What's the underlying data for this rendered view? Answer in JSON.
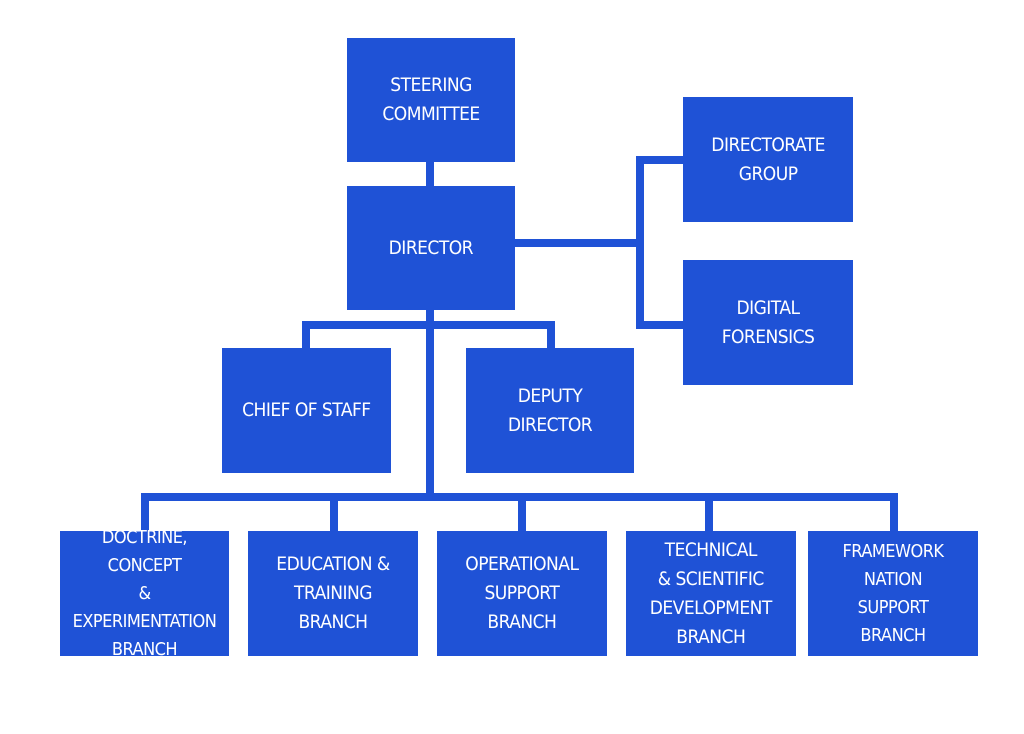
{
  "colors": {
    "box": "#1f52d6",
    "line": "#1f52d6",
    "text": "#ffffff",
    "background": "#ffffff"
  },
  "nodes": {
    "steering_committee": "STEERING\nCOMMITTEE",
    "director": "DIRECTOR",
    "directorate_group": "DIRECTORATE\nGROUP",
    "digital_forensics": "DIGITAL FORENSICS",
    "chief_of_staff": "CHIEF OF STAFF",
    "deputy_director": "DEPUTY DIRECTOR",
    "doctrine_branch": "DOCTRINE, CONCEPT\n& EXPERIMENTATION\nBRANCH",
    "education_branch": "EDUCATION &\nTRAINING\nBRANCH",
    "operational_branch": "OPERATIONAL\nSUPPORT\nBRANCH",
    "technical_branch": "TECHNICAL\n& SCIENTIFIC\nDEVELOPMENT\nBRANCH",
    "framework_branch": "FRAMEWORK NATION\nSUPPORT\nBRANCH"
  }
}
